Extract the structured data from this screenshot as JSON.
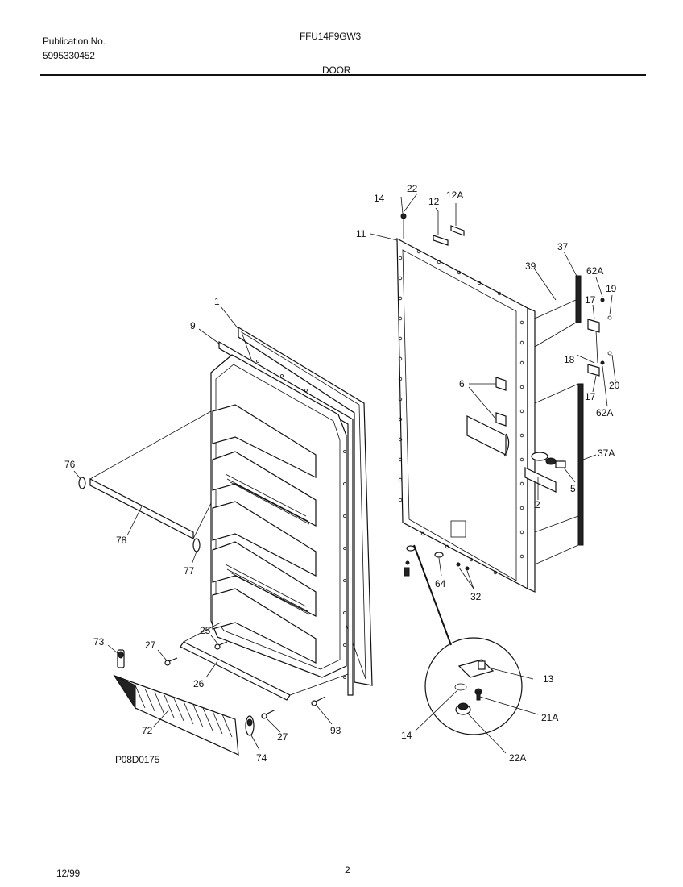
{
  "header": {
    "publication_label": "Publication No.",
    "publication_number": "5995330452",
    "model": "FFU14F9GW3",
    "section_title": "DOOR"
  },
  "footer": {
    "date": "12/99",
    "page_number": "2",
    "diagram_code": "P08D0175"
  },
  "callouts": {
    "c1": "1",
    "c2": "2",
    "c5": "5",
    "c6": "6",
    "c9": "9",
    "c11": "11",
    "c12": "12",
    "c12a": "12A",
    "c13": "13",
    "c14a": "14",
    "c14b": "14",
    "c17a": "17",
    "c17b": "17",
    "c18": "18",
    "c19": "19",
    "c20": "20",
    "c21a": "21A",
    "c22": "22",
    "c22a": "22A",
    "c25": "25",
    "c26": "26",
    "c27a": "27",
    "c27b": "27",
    "c32": "32",
    "c37": "37",
    "c37a": "37A",
    "c39": "39",
    "c62a_top": "62A",
    "c62a_bot": "62A",
    "c64": "64",
    "c72": "72",
    "c73": "73",
    "c74": "74",
    "c76": "76",
    "c77": "77",
    "c78": "78",
    "c93": "93"
  }
}
